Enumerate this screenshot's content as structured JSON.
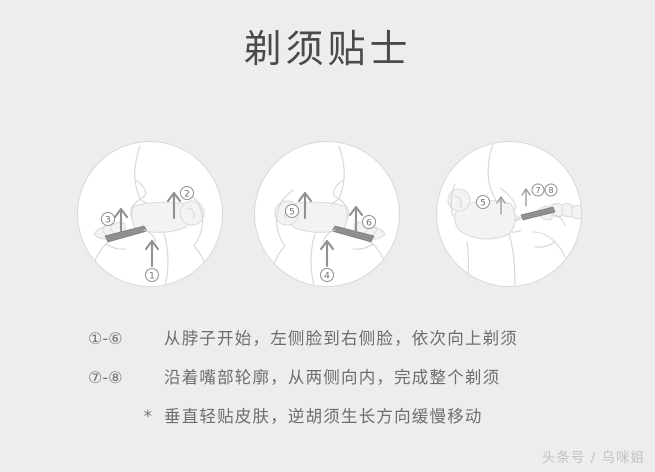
{
  "page": {
    "title": "剃须贴士",
    "background_color": "#ededee",
    "title_color": "#4a4a4a"
  },
  "illustrations": [
    {
      "id": "circle-1",
      "name": "shaving-step-neck-left-cheek",
      "step_labels": [
        "1",
        "2",
        "3"
      ],
      "description": "侧脸剃须示意图：从脖子向上，左侧脸"
    },
    {
      "id": "circle-2",
      "name": "shaving-step-right-cheek",
      "step_labels": [
        "4",
        "5",
        "6"
      ],
      "description": "侧脸剃须示意图：右侧脸向上剃须"
    },
    {
      "id": "circle-3",
      "name": "shaving-step-mouth-contour",
      "step_labels": [
        "5",
        "7",
        "8"
      ],
      "description": "嘴部轮廓剃须示意图"
    }
  ],
  "instructions": [
    {
      "key": "①-⑥",
      "text": "从脖子开始，左侧脸到右侧脸，依次向上剃须"
    },
    {
      "key": "⑦-⑧",
      "text": "沿着嘴部轮廓，从两侧向内，完成整个剃须"
    },
    {
      "key": "*",
      "text": "垂直轻贴皮肤，逆胡须生长方向缓慢移动"
    }
  ],
  "watermark": {
    "text": "头条号 / 乌咪姐",
    "color": "#c2c2c4"
  }
}
